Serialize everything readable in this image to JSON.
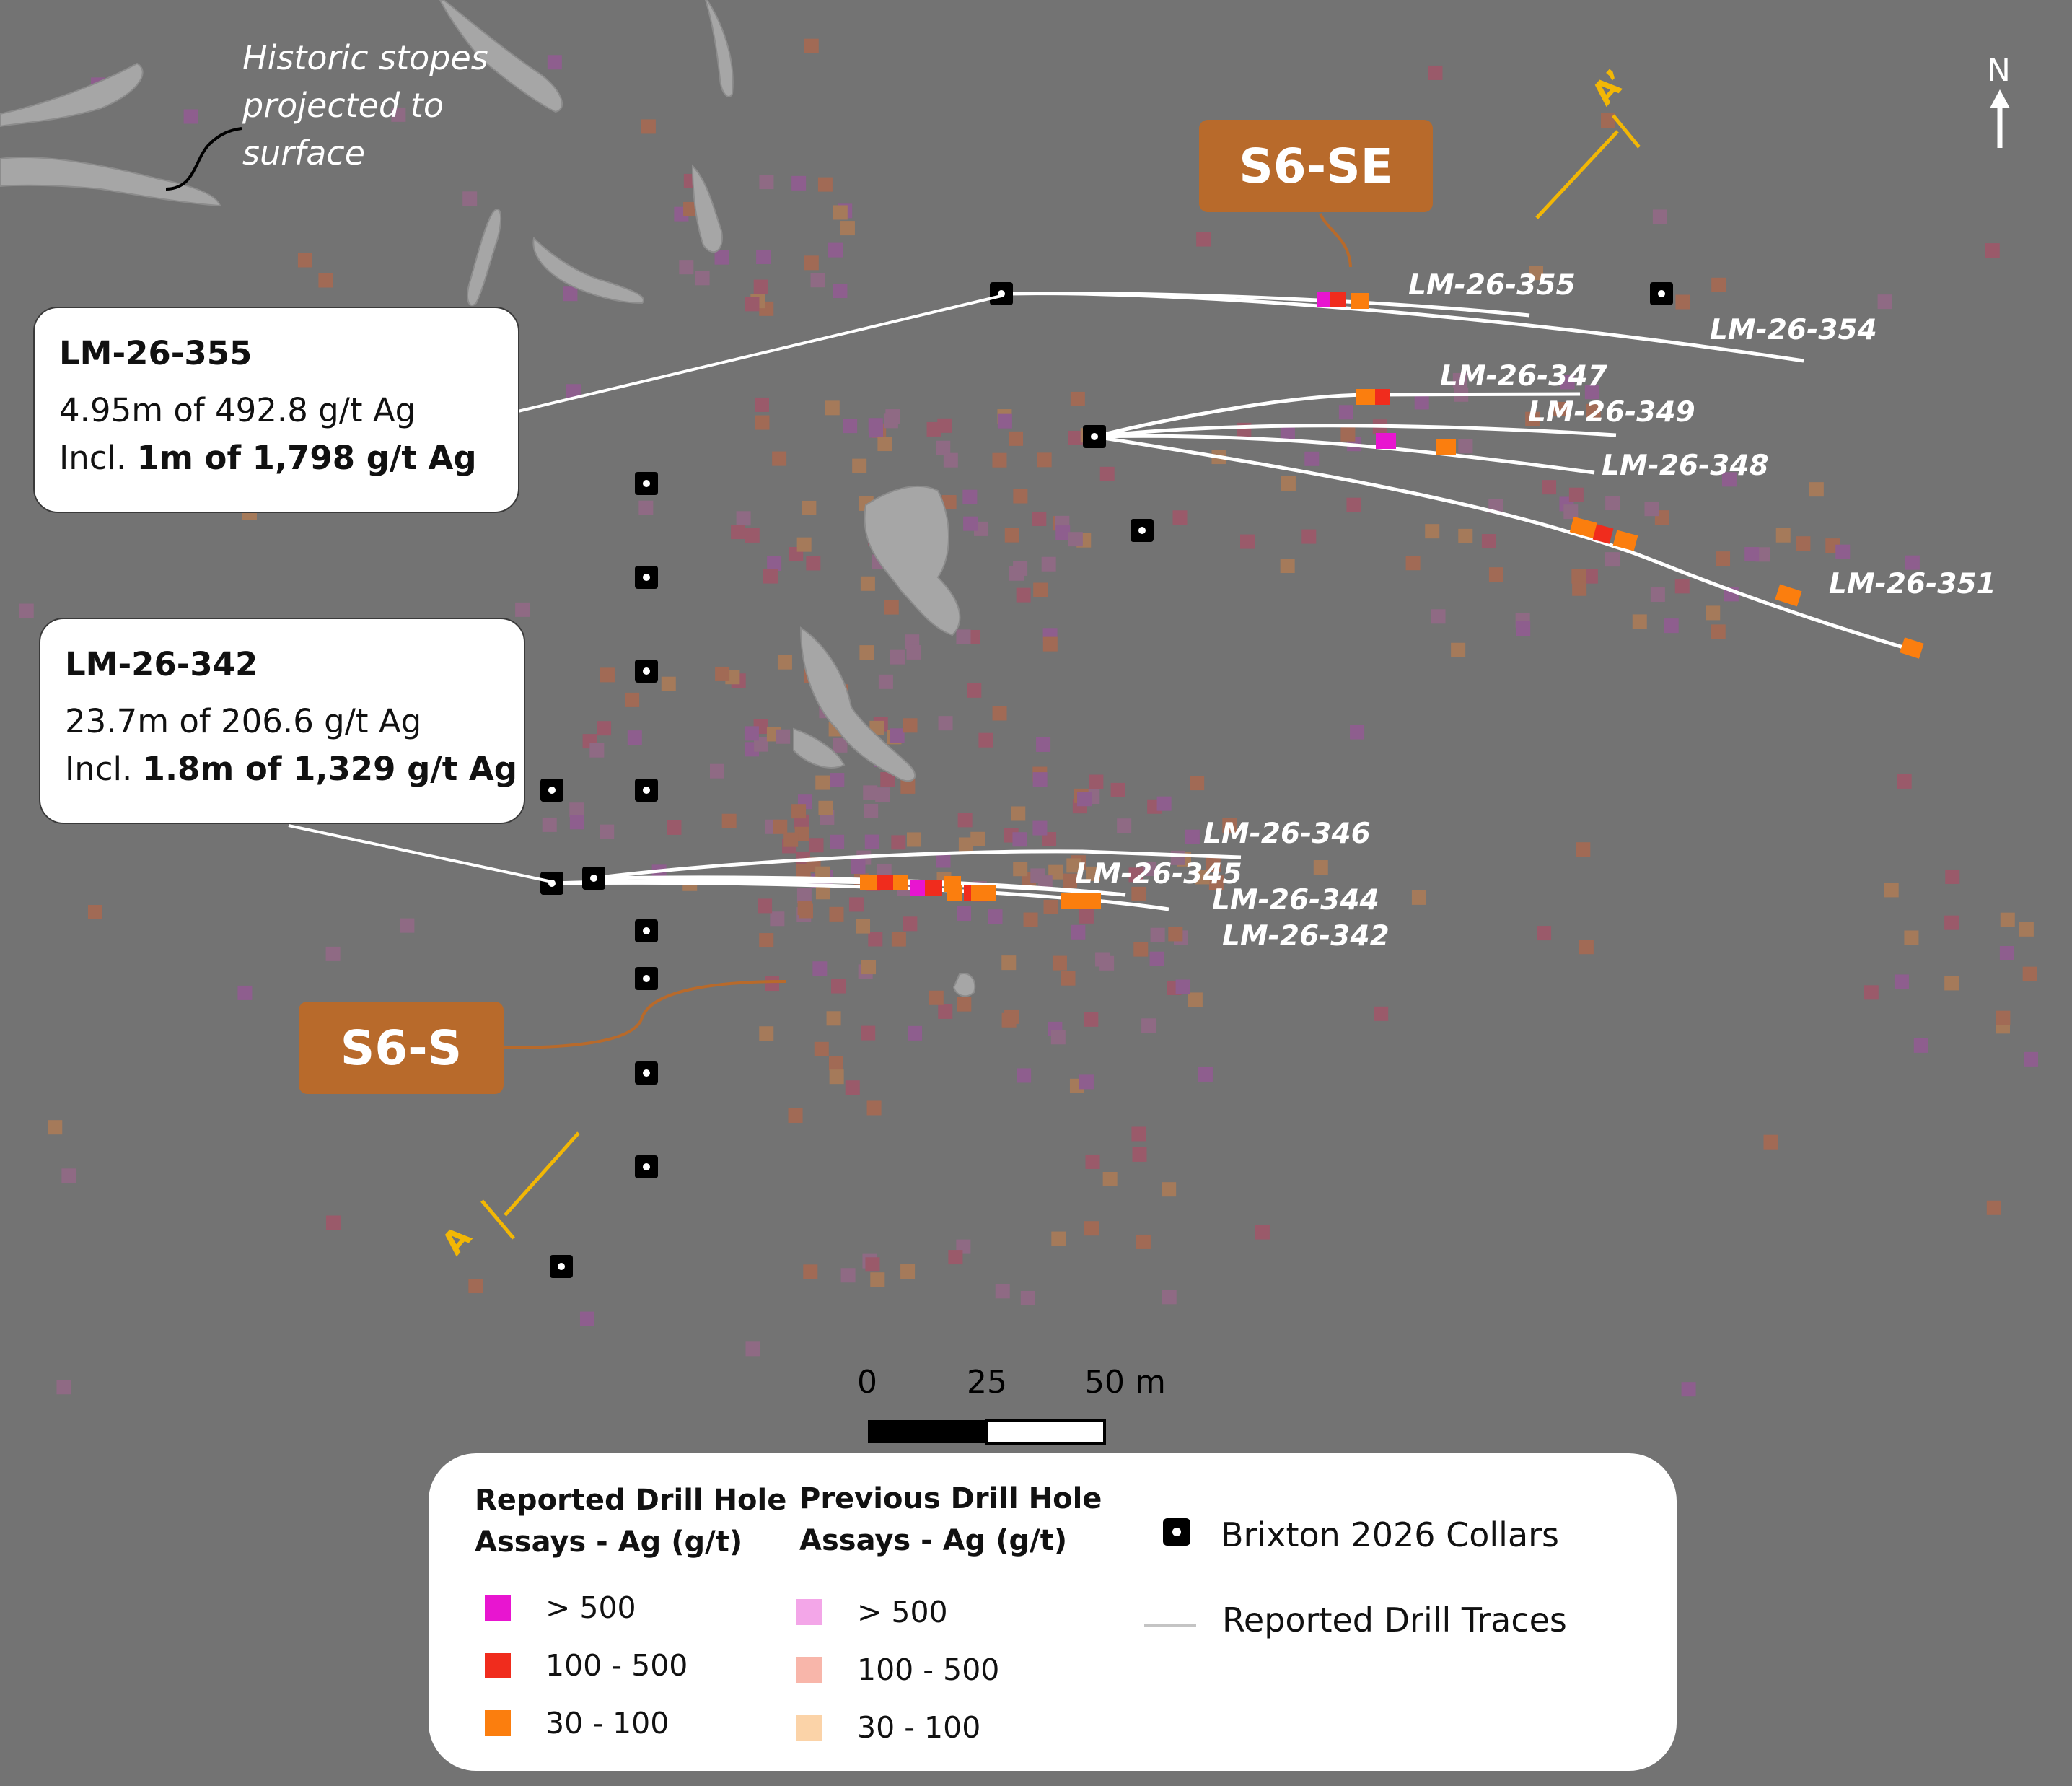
{
  "north_label": "N",
  "stopes_label": [
    "Historic stopes",
    "projected to",
    "surface"
  ],
  "zones": {
    "s6_se": "S6-SE",
    "s6_s": "S6-S"
  },
  "section": {
    "a": "A",
    "a_prime": "A’"
  },
  "drill_holes": [
    {
      "id": "LM-26-355"
    },
    {
      "id": "LM-26-354"
    },
    {
      "id": "LM-26-347"
    },
    {
      "id": "LM-26-349"
    },
    {
      "id": "LM-26-348"
    },
    {
      "id": "LM-26-351"
    },
    {
      "id": "LM-26-346"
    },
    {
      "id": "LM-26-345"
    },
    {
      "id": "LM-26-344"
    },
    {
      "id": "LM-26-342"
    }
  ],
  "callouts": {
    "c355": {
      "title": "LM-26-355",
      "line1": "4.95m of 492.8 g/t Ag",
      "incl": "Incl. ",
      "highlight": "1m of 1,798 g/t Ag"
    },
    "c342": {
      "title": "LM-26-342",
      "line1": "23.7m of 206.6 g/t Ag",
      "incl": "Incl. ",
      "highlight": "1.8m of 1,329 g/t Ag"
    }
  },
  "scale_bar": {
    "t0": "0",
    "t25": "25",
    "t50": "50 m"
  },
  "legend": {
    "reported_title": [
      "Reported Drill Hole",
      "Assays - Ag (g/t)"
    ],
    "previous_title": [
      "Previous Drill Hole",
      "Assays - Ag (g/t)"
    ],
    "reported_items": [
      {
        "label": "> 500",
        "color": "#e815d0"
      },
      {
        "label": "100 - 500",
        "color": "#f02c1d"
      },
      {
        "label": "30 - 100",
        "color": "#fb7e0e"
      }
    ],
    "previous_items": [
      {
        "label": "> 500",
        "color": "#f3a6e8"
      },
      {
        "label": "100 - 500",
        "color": "#f8b6aa"
      },
      {
        "label": "30 - 100",
        "color": "#fbd3a8"
      }
    ],
    "collars_label": "Brixton 2026 Collars",
    "traces_label": "Reported Drill Traces"
  },
  "colors": {
    "background": "#737373",
    "zone": "#b86a2b",
    "section": "#f2b705",
    "stope": "#a6a6a6"
  }
}
